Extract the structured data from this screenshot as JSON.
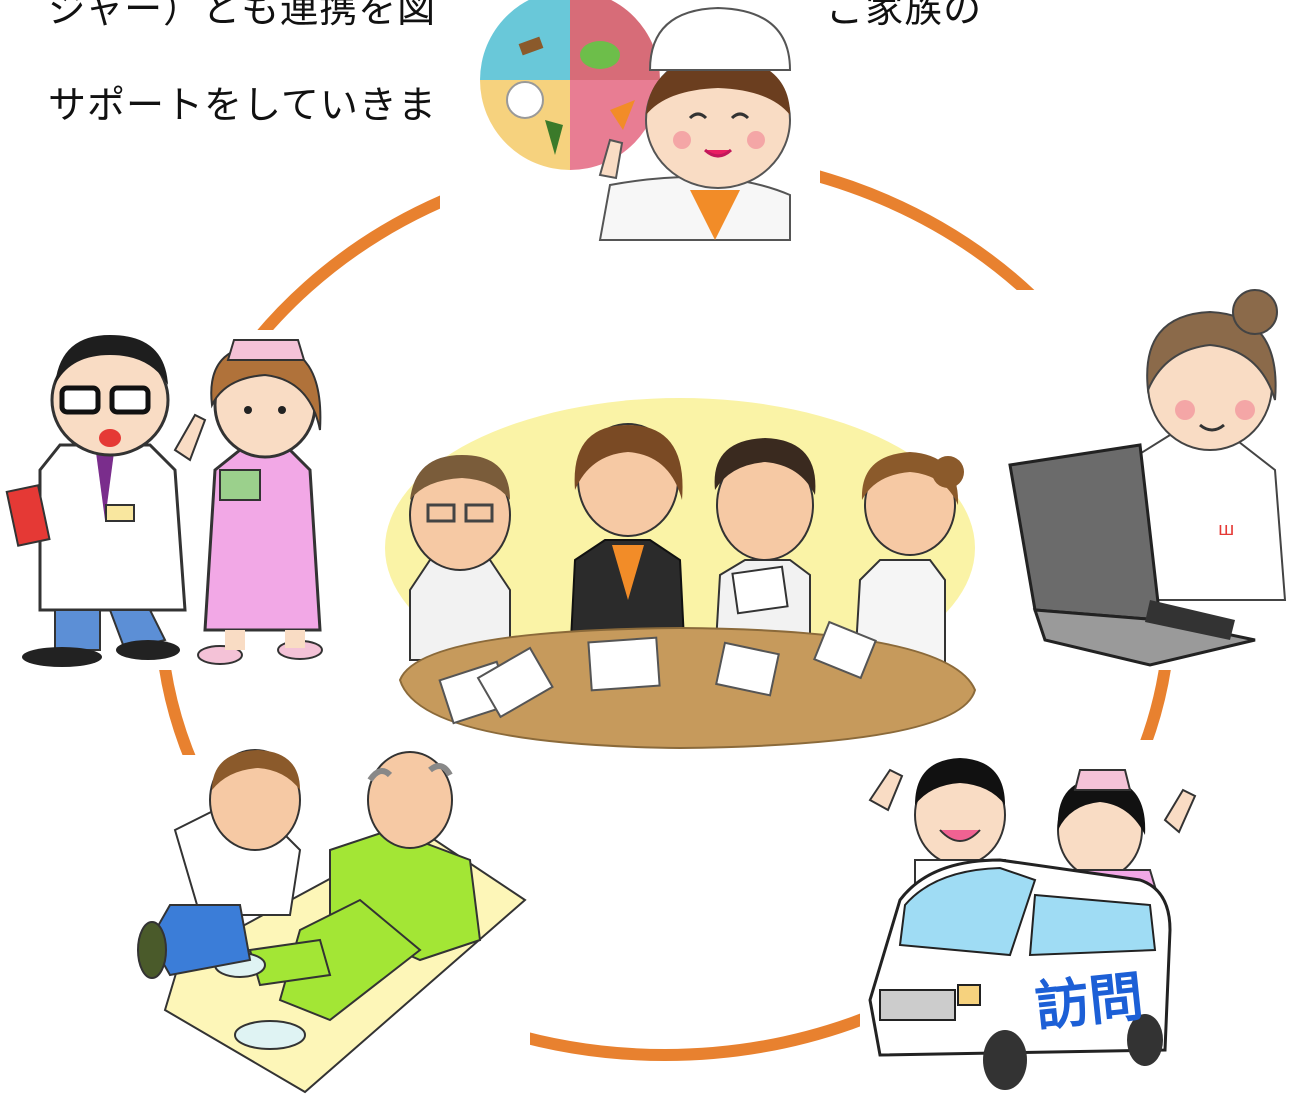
{
  "intro_text": {
    "line1": "ジャー）とも連携を図りながら、患者さんとご家族の",
    "line2": "サポートをしていきま"
  },
  "colors": {
    "ring": "#E8812F",
    "meeting_bg": "#FAF3A6",
    "table": "#C69A5C",
    "plate_protein": "#D76C78",
    "plate_veg": "#E87D93",
    "plate_grain": "#F6D27E",
    "plate_fish": "#69C8D9",
    "lab_coat": "#FFFFFF",
    "nurse_pink": "#F2A8E6",
    "patient_green": "#A3E635",
    "therapist_mat": "#FDF6B8",
    "laptop_gray": "#6B6B6B",
    "van_window": "#9FDCF4",
    "van_text_blue": "#1C5FD6"
  },
  "illustrations": {
    "dietitian": "dietitian-with-food-plate",
    "doctor_nurse": "doctor-and-nurse",
    "meeting": "care-team-meeting",
    "clerk": "medical-clerk-at-laptop",
    "rehab": "rehabilitation-therapist-with-patient",
    "visit": "home-visit-van"
  },
  "van_label": "訪問"
}
